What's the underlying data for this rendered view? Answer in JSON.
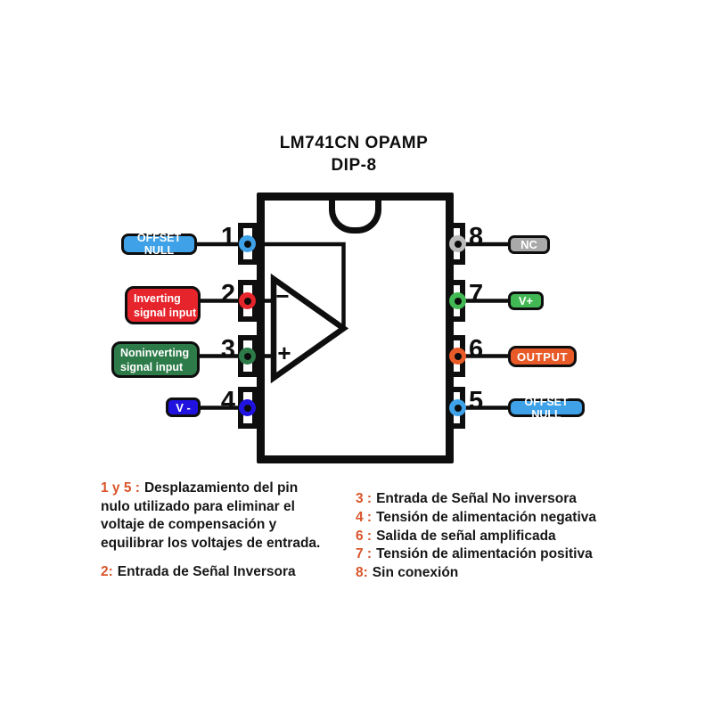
{
  "title": {
    "line1": "LM741CN OPAMP",
    "line2": "DIP-8"
  },
  "colors": {
    "ink": "#0E0E0E",
    "accent_orange": "#D9552B",
    "light_blue": "#3FA2E8",
    "red": "#E6242B",
    "dark_green": "#2E7B4A",
    "blue": "#2013E0",
    "gray": "#A9A9A9",
    "silver": "#BBBBBB",
    "green": "#42B854",
    "orange": "#E85B28"
  },
  "opamp": {
    "minus_sign": "−",
    "plus_sign": "+"
  },
  "pins": {
    "left": [
      {
        "number": "1",
        "label": "OFFSET NULL",
        "color": "#3FA2E8"
      },
      {
        "number": "2",
        "label_line1": "Inverting",
        "label_line2": "signal input",
        "color": "#E6242B"
      },
      {
        "number": "3",
        "label_line1": "Noninverting",
        "label_line2": "signal input",
        "color": "#2E7B4A"
      },
      {
        "number": "4",
        "label": "V -",
        "color": "#2013E0"
      }
    ],
    "right": [
      {
        "number": "8",
        "label": "NC",
        "color": "#A9A9A9",
        "pad_color": "#BBBBBB"
      },
      {
        "number": "7",
        "label": "V+",
        "color": "#42B854"
      },
      {
        "number": "6",
        "label": "OUTPUT",
        "color": "#E85B28"
      },
      {
        "number": "5",
        "label": "OFFSET NULL",
        "color": "#3FA2E8"
      }
    ]
  },
  "notes": {
    "left_1": {
      "prefix": "1 y 5 :",
      "line1": "Desplazamiento del pin",
      "line2": "nulo utilizado para eliminar el",
      "line3": "voltaje de compensación y",
      "line4": "equilibrar los voltajes de entrada."
    },
    "left_2": {
      "prefix": "2:",
      "text": "Entrada de Señal Inversora"
    },
    "right": [
      {
        "prefix": "3 :",
        "text": "Entrada de Señal No inversora"
      },
      {
        "prefix": "4 :",
        "text": "Tensión de alimentación negativa"
      },
      {
        "prefix": "6 :",
        "text": "Salida de señal amplificada"
      },
      {
        "prefix": "7 :",
        "text": "Tensión de alimentación positiva"
      },
      {
        "prefix": "8:",
        "text": "Sin conexión"
      }
    ]
  }
}
